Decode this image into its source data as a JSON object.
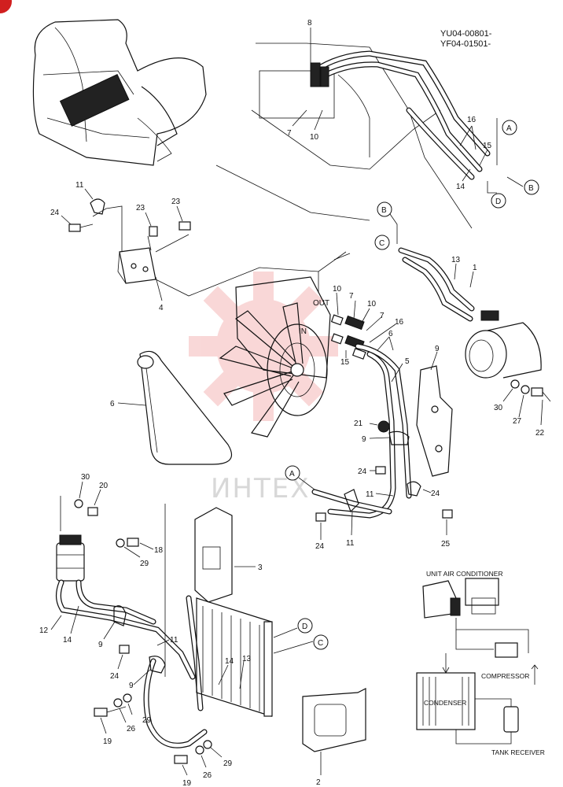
{
  "serial_numbers": [
    "YU04-00801-",
    "YF04-01501-"
  ],
  "watermark": "ИНТЕХ",
  "port_labels": {
    "out": "OUT",
    "in": "IN"
  },
  "connectors": [
    "A",
    "B",
    "C",
    "D"
  ],
  "inset": {
    "title": "UNIT AIR CONDITIONER",
    "compressor": "COMPRESSOR",
    "condenser": "CONDENSER",
    "tank_receiver": "TANK RECEIVER"
  },
  "colors": {
    "watermark_logo": "#f2a8a8",
    "line": "#111111",
    "badge": "#d11f1f"
  },
  "callouts": [
    {
      "id": "c8",
      "text": "8"
    },
    {
      "id": "c7a",
      "text": "7"
    },
    {
      "id": "c10a",
      "text": "10"
    },
    {
      "id": "c16a",
      "text": "16"
    },
    {
      "id": "c15a",
      "text": "15"
    },
    {
      "id": "c14a",
      "text": "14"
    },
    {
      "id": "c11a",
      "text": "11"
    },
    {
      "id": "c24a",
      "text": "24"
    },
    {
      "id": "c23a",
      "text": "23"
    },
    {
      "id": "c23b",
      "text": "23"
    },
    {
      "id": "c4",
      "text": "4"
    },
    {
      "id": "c6a",
      "text": "6"
    },
    {
      "id": "c10b",
      "text": "10"
    },
    {
      "id": "c7b",
      "text": "7"
    },
    {
      "id": "c10c",
      "text": "10"
    },
    {
      "id": "c7c",
      "text": "7"
    },
    {
      "id": "c16b",
      "text": "16"
    },
    {
      "id": "c6b",
      "text": "6"
    },
    {
      "id": "c15b",
      "text": "15"
    },
    {
      "id": "c13a",
      "text": "13"
    },
    {
      "id": "c1",
      "text": "1"
    },
    {
      "id": "c9a",
      "text": "9"
    },
    {
      "id": "c5",
      "text": "5"
    },
    {
      "id": "c21",
      "text": "21"
    },
    {
      "id": "c9b",
      "text": "9"
    },
    {
      "id": "c30a",
      "text": "30"
    },
    {
      "id": "c27",
      "text": "27"
    },
    {
      "id": "c22",
      "text": "22"
    },
    {
      "id": "c24b",
      "text": "24"
    },
    {
      "id": "c24c",
      "text": "24"
    },
    {
      "id": "c11b",
      "text": "11"
    },
    {
      "id": "c24d",
      "text": "24"
    },
    {
      "id": "c11c",
      "text": "11"
    },
    {
      "id": "c25",
      "text": "25"
    },
    {
      "id": "c30b",
      "text": "30"
    },
    {
      "id": "c20",
      "text": "20"
    },
    {
      "id": "c18",
      "text": "18"
    },
    {
      "id": "c29a",
      "text": "29"
    },
    {
      "id": "c3",
      "text": "3"
    },
    {
      "id": "c12",
      "text": "12"
    },
    {
      "id": "c14b",
      "text": "14"
    },
    {
      "id": "c9c",
      "text": "9"
    },
    {
      "id": "c11d",
      "text": "11"
    },
    {
      "id": "c24e",
      "text": "24"
    },
    {
      "id": "c9d",
      "text": "9"
    },
    {
      "id": "c14c",
      "text": "14"
    },
    {
      "id": "c13b",
      "text": "13"
    },
    {
      "id": "c29b",
      "text": "29"
    },
    {
      "id": "c26a",
      "text": "26"
    },
    {
      "id": "c19a",
      "text": "19"
    },
    {
      "id": "c29c",
      "text": "29"
    },
    {
      "id": "c26b",
      "text": "26"
    },
    {
      "id": "c19b",
      "text": "19"
    },
    {
      "id": "c2",
      "text": "2"
    }
  ]
}
